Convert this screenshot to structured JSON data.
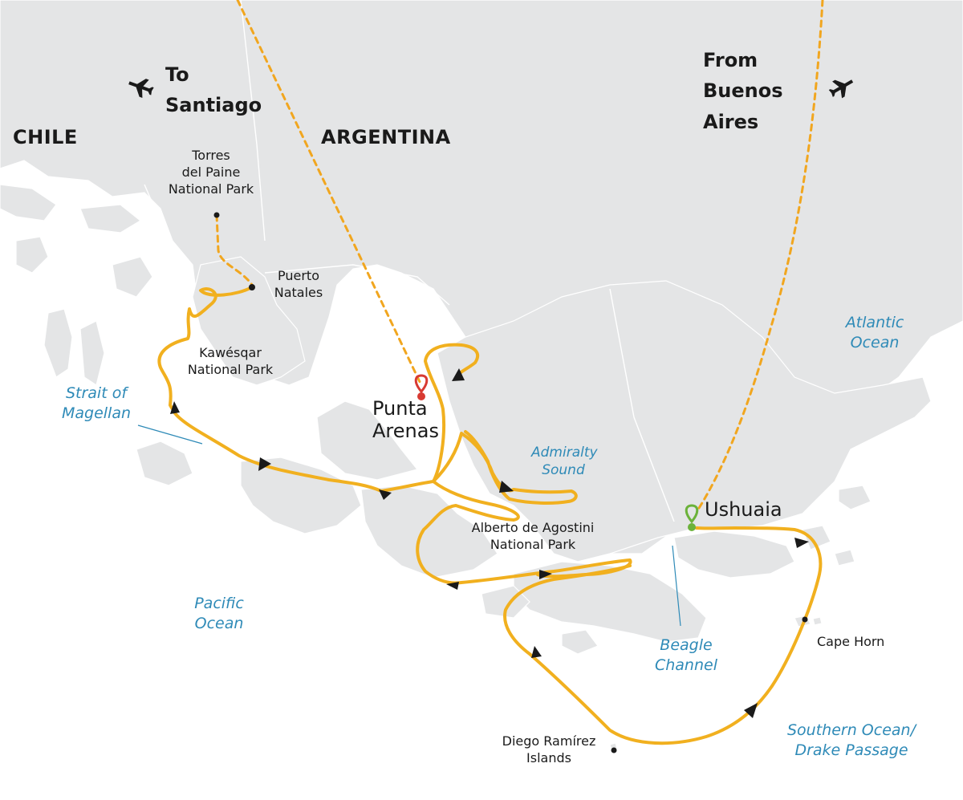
{
  "colors": {
    "land": "#e4e5e6",
    "land_border": "#ffffff",
    "sea": "#ffffff",
    "route": "#f1b01f",
    "flight_route": "#f1a61f",
    "water_label": "#2e8ab7",
    "start_pin": "#d83a32",
    "end_pin": "#6bb23a",
    "text": "#1a1a1a"
  },
  "countries": {
    "chile": "CHILE",
    "argentina": "ARGENTINA"
  },
  "flights": {
    "to_santiago": {
      "line1": "To",
      "line2": "Santiago",
      "icon": "airplane-icon"
    },
    "from_buenos_aires": {
      "line1": "From",
      "line2": "Buenos",
      "line3": "Aires",
      "icon": "airplane-icon"
    }
  },
  "places": {
    "torres": {
      "line1": "Torres",
      "line2": "del Paine",
      "line3": "National Park"
    },
    "natales": {
      "line1": "Puerto",
      "line2": "Natales"
    },
    "kawesqar": {
      "line1": "Kawésqar",
      "line2": "National Park"
    },
    "agostini": {
      "line1": "Alberto de Agostini",
      "line2": "National Park"
    },
    "cape_horn": "Cape Horn",
    "diego": {
      "line1": "Diego Ramírez",
      "line2": "Islands"
    }
  },
  "ports": {
    "punta_arenas": {
      "line1": "Punta",
      "line2": "Arenas",
      "pin": "map-pin-icon"
    },
    "ushuaia": {
      "name": "Ushuaia",
      "pin": "map-pin-icon"
    }
  },
  "water": {
    "strait": {
      "line1": "Strait of",
      "line2": "Magellan"
    },
    "admiralty": {
      "line1": "Admiralty",
      "line2": "Sound"
    },
    "atlantic": {
      "line1": "Atlantic",
      "line2": "Ocean"
    },
    "pacific": {
      "line1": "Pacific",
      "line2": "Ocean"
    },
    "beagle": {
      "line1": "Beagle",
      "line2": "Channel"
    },
    "southern": {
      "line1": "Southern Ocean/",
      "line2": "Drake Passage"
    }
  }
}
